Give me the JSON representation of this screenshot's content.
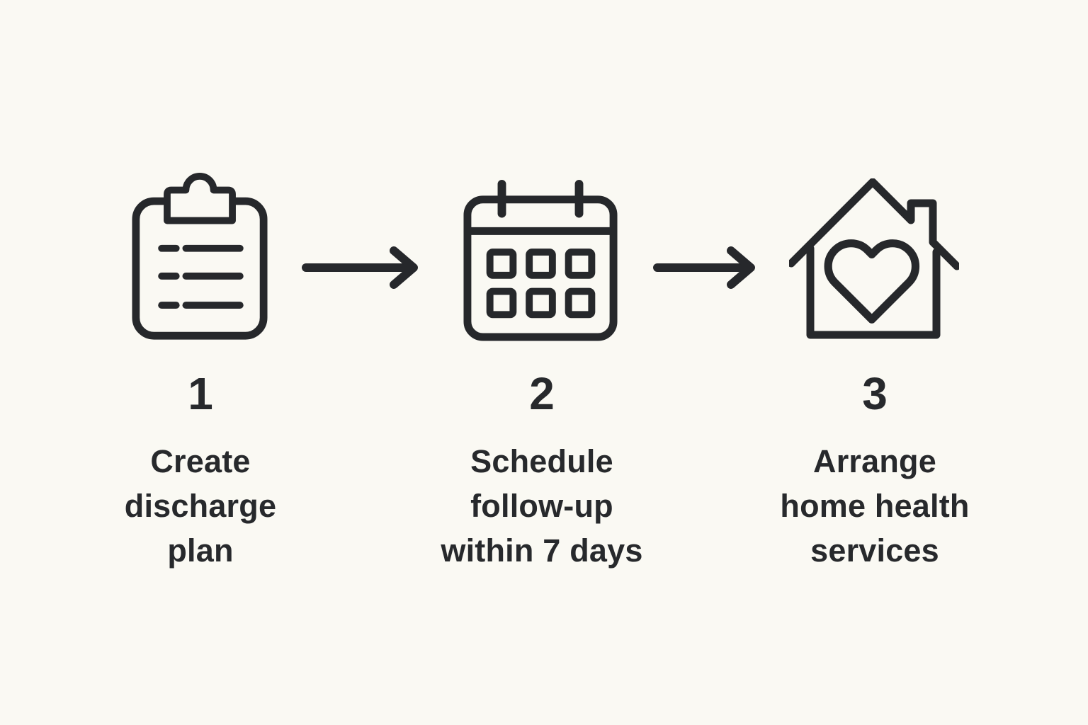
{
  "canvas": {
    "background": "#faf9f3",
    "ink": "#26282b",
    "text": "#27292c"
  },
  "diagram": {
    "kind": "process-steps",
    "steps": [
      {
        "number": "1",
        "icon": "clipboard-checklist-icon",
        "lines": [
          "Create",
          "discharge",
          "plan"
        ]
      },
      {
        "number": "2",
        "icon": "calendar-icon",
        "lines": [
          "Schedule",
          "follow-up",
          "within 7 days"
        ]
      },
      {
        "number": "3",
        "icon": "house-heart-icon",
        "lines": [
          "Arrange",
          "home health",
          "services"
        ]
      }
    ],
    "connectors": [
      {
        "icon": "arrow-right-icon"
      },
      {
        "icon": "arrow-right-icon"
      }
    ]
  }
}
